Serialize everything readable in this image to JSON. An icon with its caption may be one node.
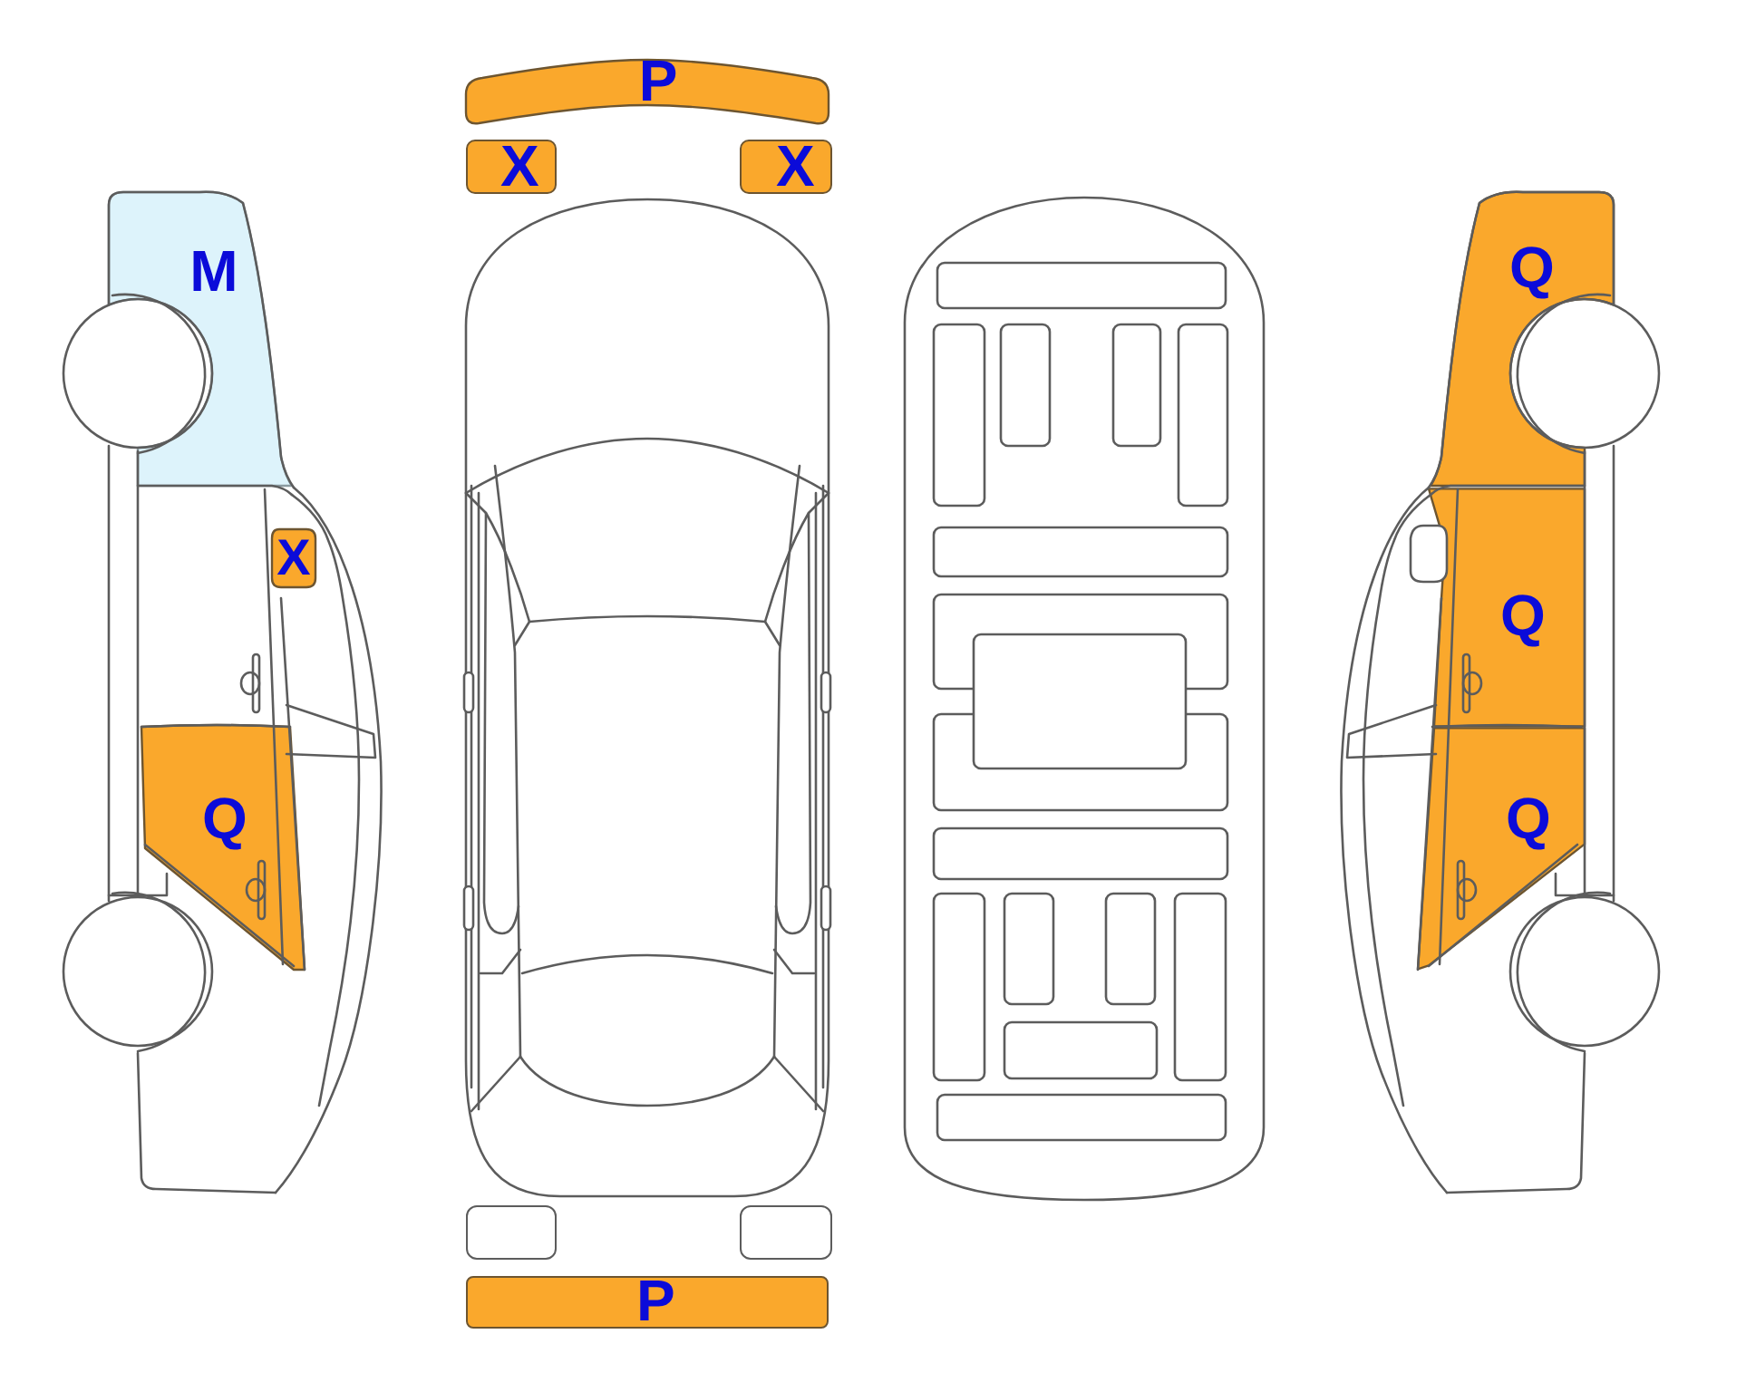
{
  "diagram": {
    "nodes": [
      {
        "text": [
          "P"
        ]
      },
      {
        "text": [
          "X"
        ]
      },
      {
        "text": [
          "X"
        ]
      },
      {
        "text": [
          "M"
        ]
      },
      {
        "text": [
          "Q"
        ]
      },
      {
        "text": [
          "X"
        ]
      },
      {
        "text": [
          "Q"
        ]
      },
      {
        "text": [
          "Q"
        ]
      },
      {
        "text": [
          "Q"
        ]
      },
      {
        "text": [],
        "shape": "box"
      },
      {
        "text": [],
        "shape": "box"
      },
      {
        "text": [
          "P"
        ]
      }
    ]
  }
}
